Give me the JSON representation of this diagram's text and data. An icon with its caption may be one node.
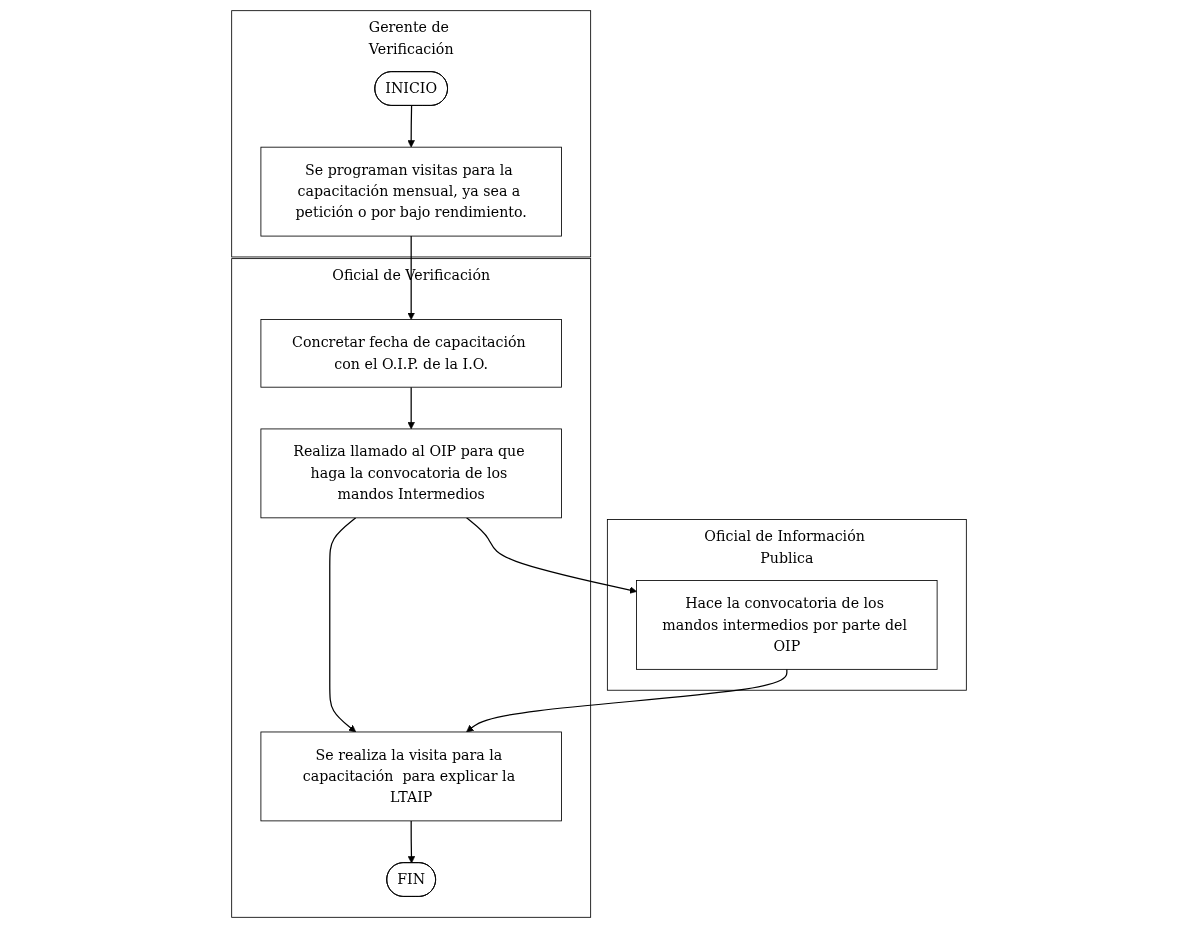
{
  "diagram": {
    "nodes": [
      {
        "text": [
          "Gerente de Verificación"
        ]
      },
      {
        "text": [
          "Oficial de Verificación"
        ]
      },
      {
        "text": [
          "Oficial de Información Publica"
        ]
      },
      {
        "text": [
          "INICIO"
        ],
        "in": 0
      },
      {
        "text": [
          "Se programan visitas para la capacitación mensual, ya sea a petición o por bajo rendimiento."
        ],
        "in": 0
      },
      {
        "text": [
          "Concretar fecha de capacitación con el O.I.P. de la I.O."
        ],
        "in": 1
      },
      {
        "text": [
          "Realiza llamado al OIP para que haga la convocatoria de los mandos Intermedios"
        ],
        "in": 1
      },
      {
        "text": [
          "Se realiza la visita para la capacitación  para explicar la LTAIP"
        ],
        "in": 1
      },
      {
        "text": [
          "FIN"
        ],
        "in": 1
      },
      {
        "text": [
          "Hace la convocatoria de los mandos intermedios por parte del OIP"
        ],
        "in": 2
      }
    ],
    "edges": [
      {
        "from": 3,
        "to": 4,
        "arrow": "to"
      },
      {
        "from": 4,
        "to": 5,
        "arrow": "to"
      },
      {
        "from": 5,
        "to": 6,
        "arrow": "to"
      },
      {
        "from": 6,
        "to": 9,
        "arrow": "to"
      },
      {
        "from": 6,
        "to": 7,
        "arrow": "to"
      },
      {
        "from": 9,
        "to": 7,
        "arrow": "to"
      },
      {
        "from": 7,
        "to": 8,
        "arrow": "to"
      }
    ]
  }
}
